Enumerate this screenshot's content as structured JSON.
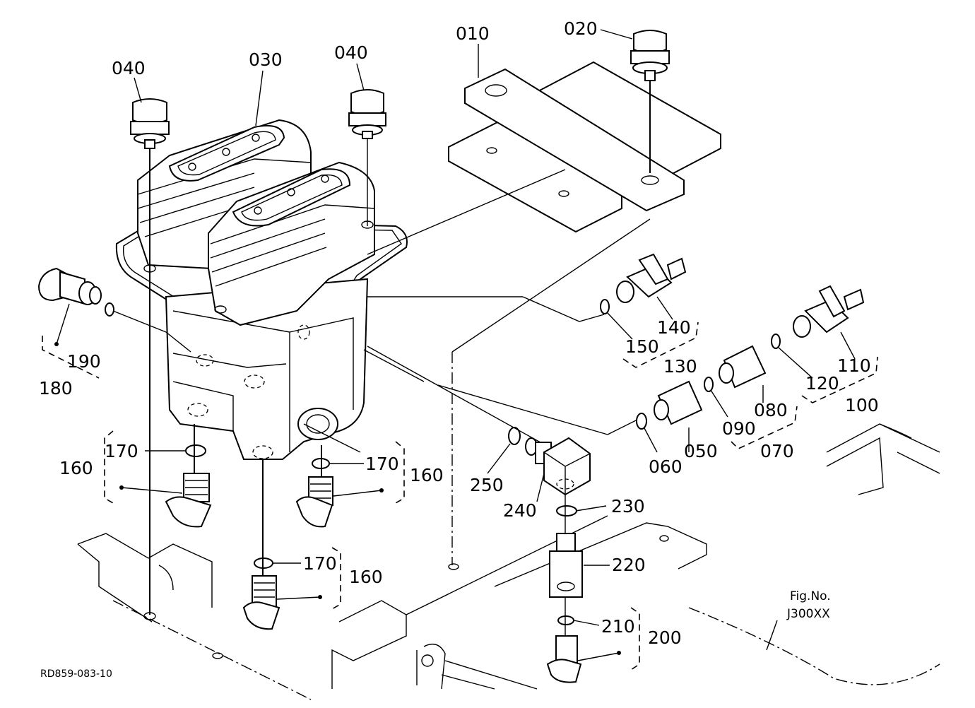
{
  "diagram": {
    "labels": {
      "p010": "010",
      "p020": "020",
      "p030": "030",
      "p040a": "040",
      "p040b": "040",
      "p050": "050",
      "p060": "060",
      "p070": "070",
      "p080": "080",
      "p090": "090",
      "p100": "100",
      "p110": "110",
      "p120": "120",
      "p130": "130",
      "p140": "140",
      "p150": "150",
      "p160a": "160",
      "p160b": "160",
      "p160c": "160",
      "p170a": "170",
      "p170b": "170",
      "p170c": "170",
      "p180": "180",
      "p190": "190",
      "p200": "200",
      "p210": "210",
      "p220": "220",
      "p230": "230",
      "p240": "240",
      "p250": "250"
    },
    "fig_no_label": "Fig.No.",
    "fig_no_value": "J300XX",
    "drawing_code": "RD859-083-10"
  }
}
